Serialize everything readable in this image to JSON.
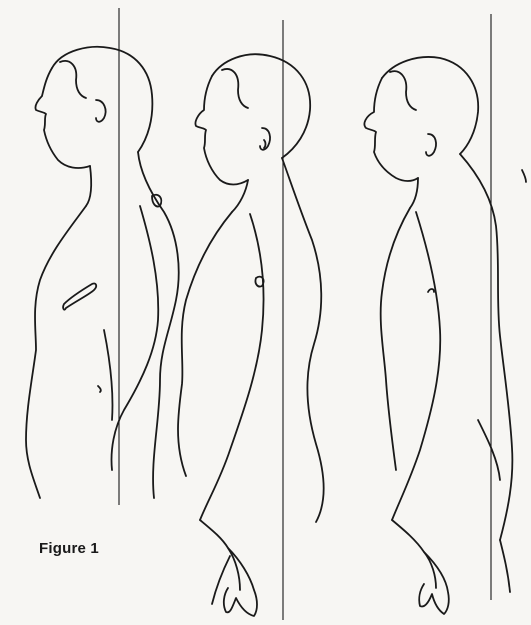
{
  "figure": {
    "caption": "Figure 1",
    "subjects": [
      {
        "id": "figure-left"
      },
      {
        "id": "figure-middle"
      },
      {
        "id": "figure-right"
      }
    ],
    "colors": {
      "line": "#1a1a1a",
      "paper": "#f7f6f3"
    }
  }
}
